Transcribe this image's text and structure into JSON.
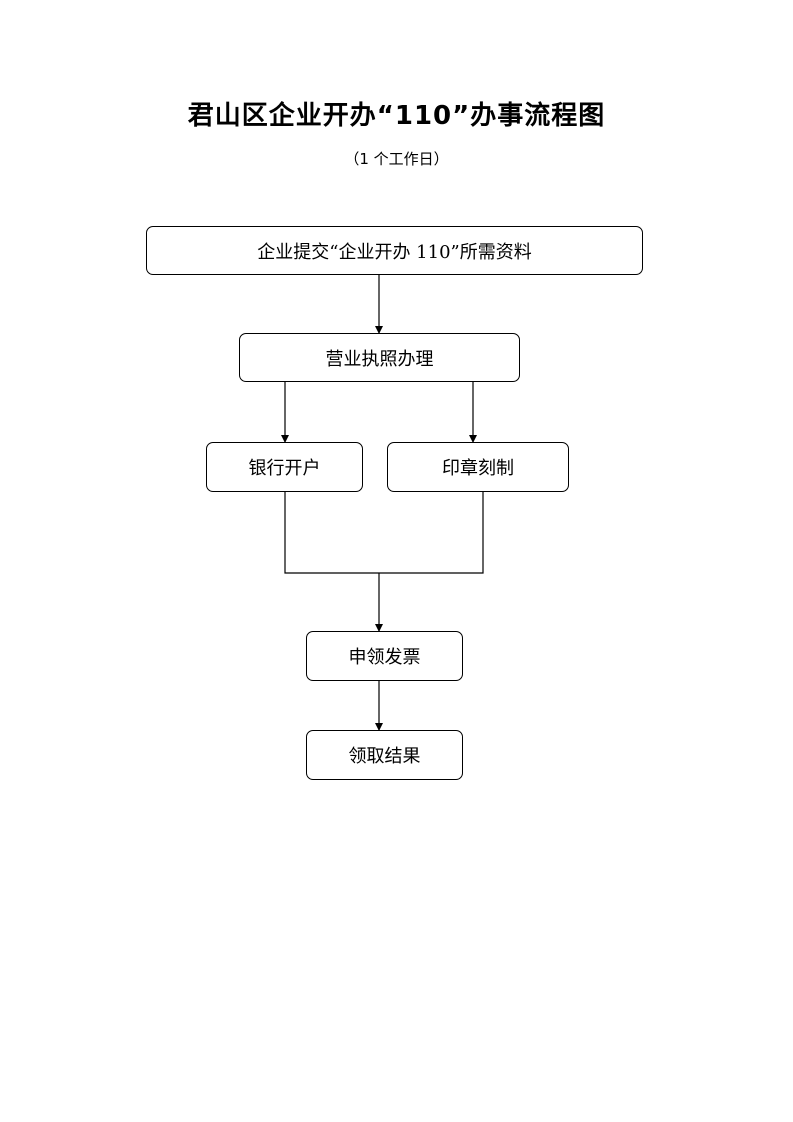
{
  "title": "君山区企业开办“110”办事流程图",
  "subtitle": "（1 个工作日）",
  "steps": {
    "submit": "企业提交“企业开办 110”所需资料",
    "license": "营业执照办理",
    "bank": "银行开户",
    "seal": "印章刻制",
    "invoice": "申领发票",
    "result": "领取结果"
  },
  "edges": [
    {
      "from": "submit",
      "to": "license"
    },
    {
      "from": "license",
      "to": "bank"
    },
    {
      "from": "license",
      "to": "seal"
    },
    {
      "from": "bank",
      "to": "invoice"
    },
    {
      "from": "seal",
      "to": "invoice"
    },
    {
      "from": "invoice",
      "to": "result"
    }
  ]
}
